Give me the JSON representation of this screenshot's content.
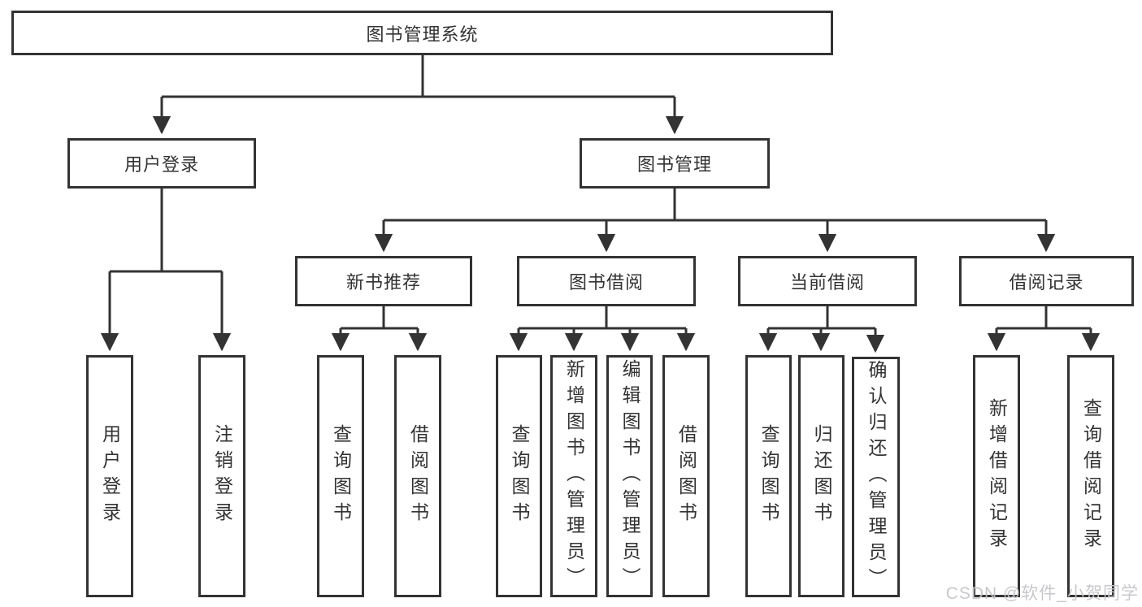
{
  "root": {
    "label": "图书管理系统"
  },
  "level2": {
    "user_login": {
      "label": "用户登录"
    },
    "book_mgmt": {
      "label": "图书管理"
    }
  },
  "level3": {
    "new_books": {
      "label": "新书推荐"
    },
    "borrowing": {
      "label": "图书借阅"
    },
    "current_borrow": {
      "label": "当前借阅"
    },
    "borrow_records": {
      "label": "借阅记录"
    }
  },
  "leaves": {
    "user_login_leaf": {
      "label": "用户登录"
    },
    "logout_leaf": {
      "label": "注销登录"
    },
    "nb_query_books": {
      "label": "查询图书"
    },
    "nb_borrow_books": {
      "label": "借阅图书"
    },
    "bb_query_books": {
      "label": "查询图书"
    },
    "bb_add_books": {
      "label": "新增图书（管理员）"
    },
    "bb_edit_books": {
      "label": "编辑图书（管理员）"
    },
    "bb_borrow_books": {
      "label": "借阅图书"
    },
    "cb_query_books": {
      "label": "查询图书"
    },
    "cb_return_books": {
      "label": "归还图书"
    },
    "cb_confirm_return": {
      "label": "确认归还（管理员）"
    },
    "rec_add_record": {
      "label": "新增借阅记录"
    },
    "rec_query_record": {
      "label": "查询借阅记录"
    }
  },
  "watermark": {
    "text": "CSDN @软件_小贺同学"
  },
  "colors": {
    "line": "#333333",
    "text": "#333333",
    "box_background": "#ffffff",
    "watermark": "#c6c6ca"
  }
}
